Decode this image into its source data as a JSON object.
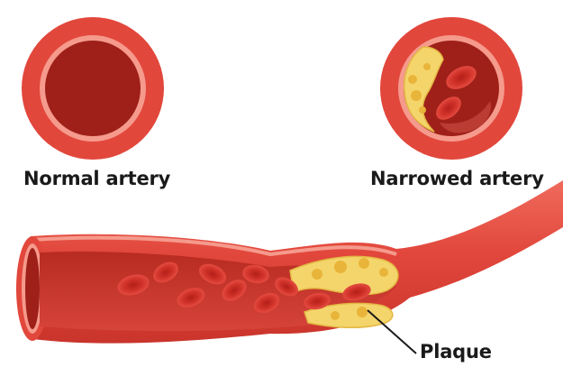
{
  "labels": {
    "normal": "Normal artery",
    "narrowed": "Narrowed artery",
    "plaque": "Plaque"
  },
  "colors": {
    "artery_outer": "#e2473c",
    "artery_ring": "#f59a8c",
    "lumen": "#9e2019",
    "blood": "#c8291f",
    "plaque": "#f4d56b",
    "plaque_spots": "#e8b43a",
    "background": "#ffffff"
  }
}
